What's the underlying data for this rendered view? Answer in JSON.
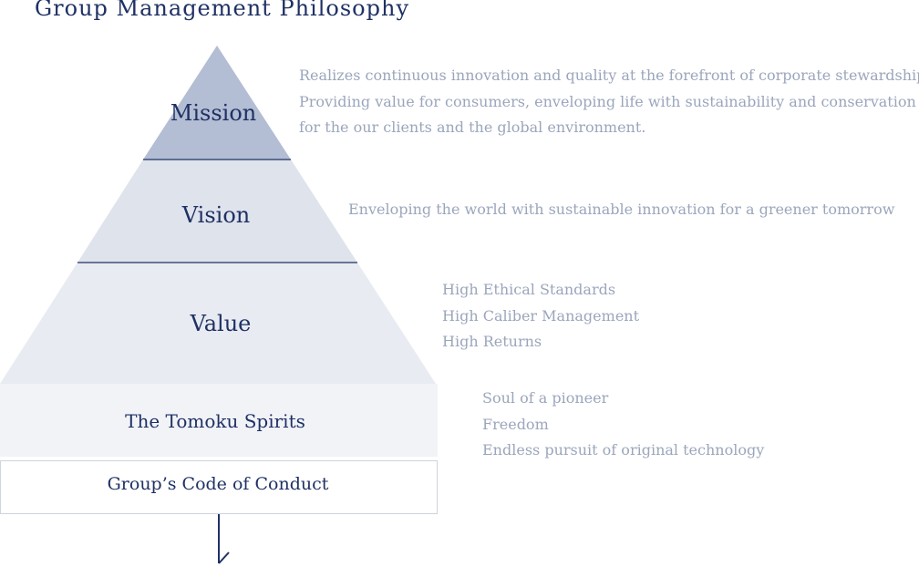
{
  "title": "Group Management Philosophy",
  "tiers": {
    "mission": {
      "label": "Mission",
      "lines": [
        "Realizes continuous innovation and quality at the forefront of corporate stewardship:",
        "Providing value for consumers, enveloping life with sustainability and conservation",
        "for the our clients and the global environment."
      ]
    },
    "vision": {
      "label": "Vision",
      "lines": [
        "Enveloping the world with sustainable innovation for a greener tomorrow"
      ]
    },
    "value": {
      "label": "Value",
      "lines": [
        "High Ethical Standards",
        "High Caliber Management",
        "High Returns"
      ]
    },
    "spirits": {
      "label": "The Tomoku Spirits",
      "lines": [
        "Soul of a pioneer",
        "Freedom",
        "Endless pursuit of original technology"
      ]
    },
    "conduct": {
      "label": "Group’s Code of Conduct"
    }
  },
  "colors": {
    "title": "#1f3164",
    "mission_fill": "#b3bdd3",
    "vision_fill": "#dfe3ec",
    "value_fill": "#e8ebf1",
    "spirits_fill": "#f1f3f7",
    "divider": "#1f3164",
    "description_text": "#9ba6bc",
    "arrow": "#1f3164"
  }
}
